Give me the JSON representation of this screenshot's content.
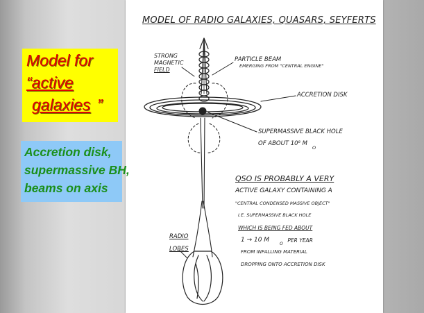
{
  "title": "MODEL OF RADIO GALAXIES, QUASARS, SEYFERTS",
  "labels": {
    "strong_field": [
      "STRONG",
      "MAGNETIC",
      "FIELD"
    ],
    "particle_beam": [
      "PARTICLE BEAM",
      "EMERGING FROM \"CENTRAL ENGINE\""
    ],
    "accretion_disk": "ACCRETION DISK",
    "black_hole": [
      "SUPERMASSIVE BLACK HOLE",
      "OF ABOUT 10⁸ M",
      "O"
    ],
    "radio_lobes": [
      "RADIO",
      "LOBES"
    ]
  },
  "notes": [
    "QSO IS PROBABLY A VERY",
    "ACTIVE GALAXY CONTAINING A",
    "\"CENTRAL CONDENSED MASSIVE OBJECT\"",
    "I.E. SUPERMASSIVE BLACK HOLE",
    "WHICH IS BEING FED ABOUT",
    "1 → 10 M",
    "O",
    " PER YEAR",
    "FROM INFALLING MATERIAL",
    "DROPPING ONTO ACCRETION DISK"
  ],
  "yellow_box": {
    "line1": "Model for",
    "line2": "“active",
    "line3": "galaxies",
    "quote_close": "”"
  },
  "blue_box": {
    "lines": [
      "Accretion disk,",
      "supermassive BH,",
      "beams on axis"
    ]
  },
  "colors": {
    "yellow_bg": "#ffff00",
    "yellow_text": "#e00000",
    "blue_bg": "#8ec9f7",
    "blue_text": "#1a8f1a"
  }
}
